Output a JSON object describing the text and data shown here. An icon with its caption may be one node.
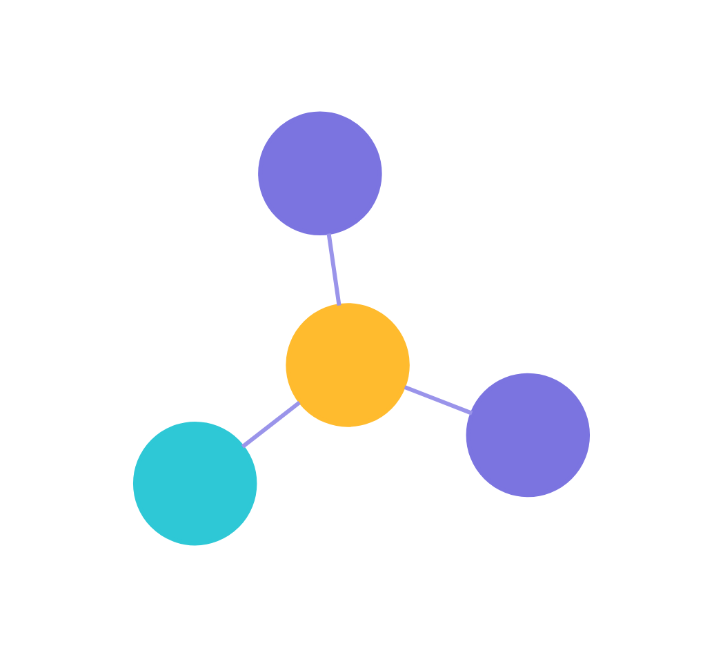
{
  "diagram": {
    "nodes": [
      {
        "text": [],
        "shape": "circle"
      },
      {
        "text": [],
        "shape": "circle"
      },
      {
        "text": [],
        "shape": "circle"
      },
      {
        "text": [],
        "shape": "circle"
      }
    ],
    "edges": [
      {
        "from": 2,
        "to": 0,
        "arrow": "none"
      },
      {
        "from": 2,
        "to": 1,
        "arrow": "none"
      },
      {
        "from": 2,
        "to": 3,
        "arrow": "none"
      }
    ]
  }
}
